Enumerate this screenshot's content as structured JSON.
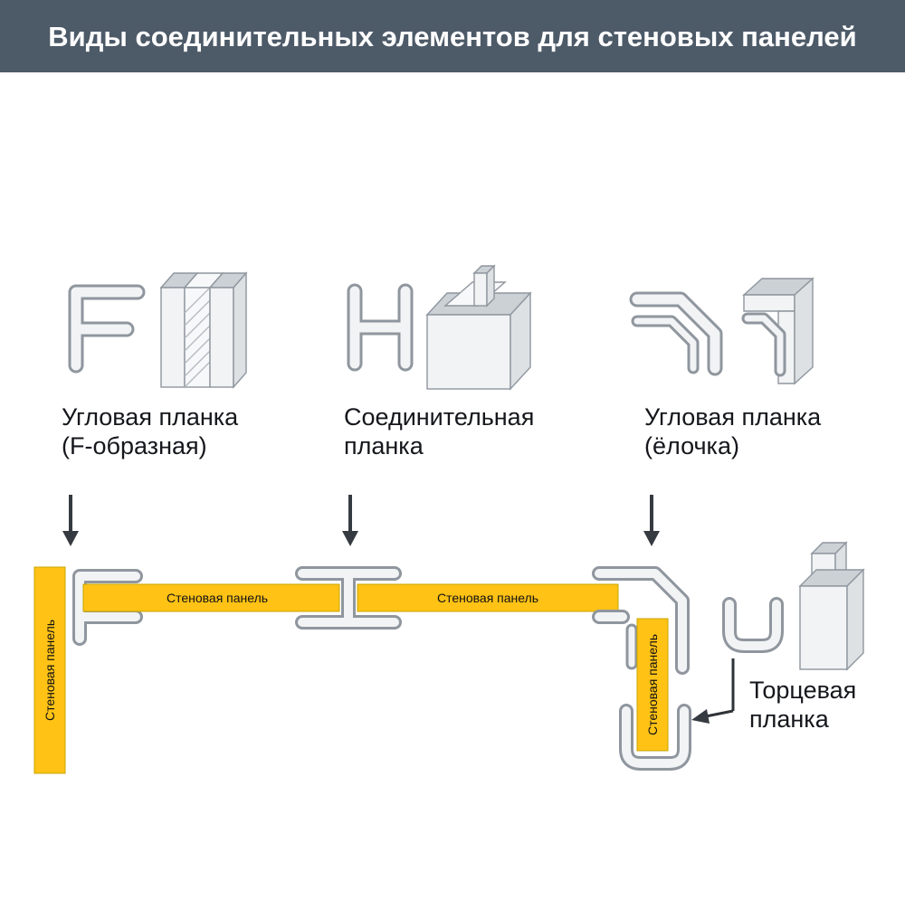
{
  "header": {
    "title": "Виды соединительных элементов для стеновых панелей"
  },
  "profiles": {
    "f_corner": {
      "line1": "Угловая планка",
      "line2": "(F-образная)"
    },
    "connector": {
      "line1": "Соединительная",
      "line2": "планка"
    },
    "corner": {
      "line1": "Угловая планка",
      "line2": "(ёлочка)"
    },
    "end_strip": {
      "line1": "Торцевая",
      "line2": "планка"
    }
  },
  "assembly": {
    "panel_label": "Стеновая панель"
  },
  "colors": {
    "header_bg": "#4d5a68",
    "panel_yellow": "#ffc215",
    "profile_fill": "#f2f3f5",
    "profile_stroke": "#8f969e",
    "face_top": "#ccd1d6",
    "face_side": "#dde1e4",
    "arrow": "#363b42",
    "text": "#15171c",
    "title_text": "#ffffff"
  }
}
